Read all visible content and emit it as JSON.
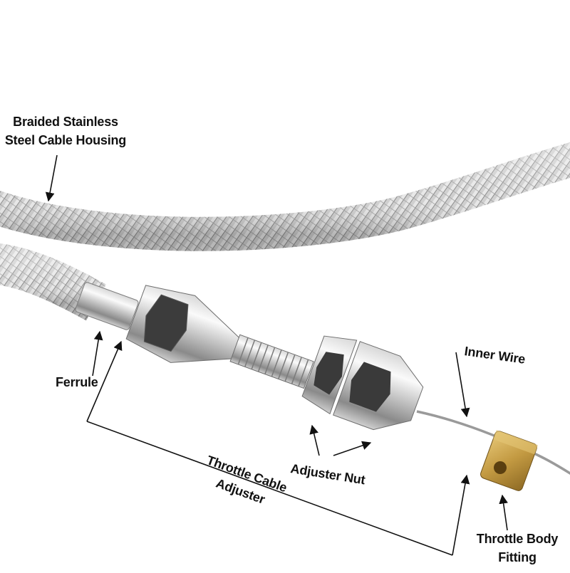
{
  "labels": {
    "housing": {
      "line1": "Braided Stainless",
      "line2": "Steel Cable Housing"
    },
    "ferrule": "Ferrule",
    "inner_wire": "Inner Wire",
    "adjuster_nut": "Adjuster Nut",
    "throttle_cable_adjuster": {
      "line1": "Throttle Cable",
      "line2": "Adjuster"
    },
    "throttle_body_fitting": {
      "line1": "Throttle Body",
      "line2": "Fitting"
    }
  },
  "colors": {
    "background": "#ffffff",
    "braid_light": "#e6e6e6",
    "braid_mid": "#b4b4b4",
    "braid_dark": "#7a7a7a",
    "chrome_light": "#f4f4f4",
    "chrome_dark": "#6e6e6e",
    "brass": "#c9a24a",
    "annotation": "#111111"
  },
  "icons": [
    "arrow-icon"
  ]
}
